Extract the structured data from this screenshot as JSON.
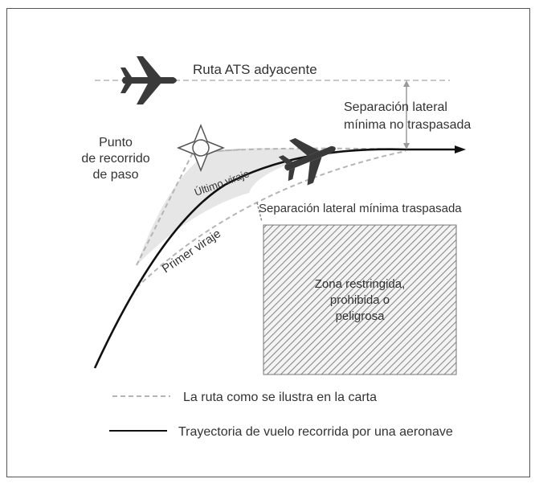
{
  "labels": {
    "adjacent_route": "Ruta ATS adyacente",
    "separation_ok_1": "Separación lateral",
    "separation_ok_2": "mínima no traspasada",
    "waypoint_1": "Punto",
    "waypoint_2": "de recorrido",
    "waypoint_3": "de paso",
    "last_turn": "Último viraje",
    "first_turn": "Primer viraje",
    "separation_breached": "Separación lateral mínima traspasada",
    "zone_1": "Zona restringida,",
    "zone_2": "prohibida o",
    "zone_3": "peligrosa"
  },
  "legend": {
    "charted_route": "La ruta como se ilustra en la carta",
    "flight_path": "Trayectoria de vuelo recorrida por una aeronave"
  },
  "colors": {
    "flight_path": "#111111",
    "charted_route": "#b5b5b5",
    "turn_area": "#e6e6e6",
    "zone_hatch": "#8a8a8a"
  },
  "icons": [
    "aircraft-icon",
    "waypoint-icon",
    "arrow-head-icon"
  ]
}
